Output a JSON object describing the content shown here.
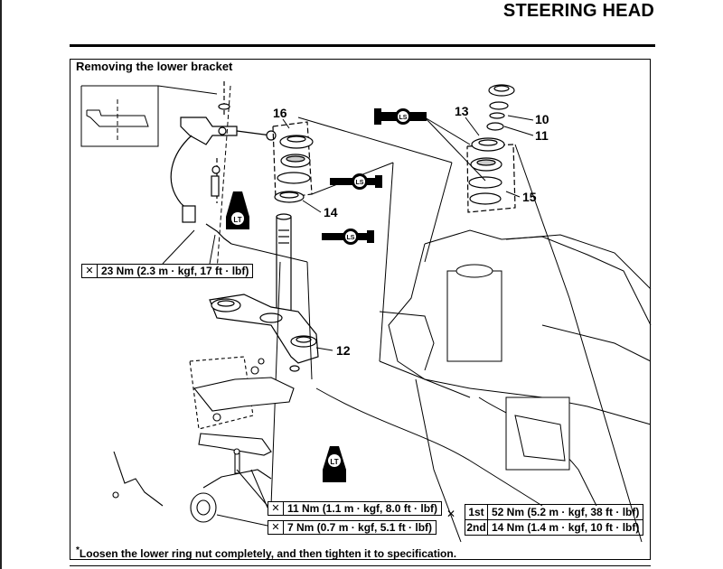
{
  "header": {
    "title": "STEERING HEAD"
  },
  "figure": {
    "caption": "Removing the lower bracket",
    "callouts": {
      "c16": "16",
      "c14": "14",
      "c13": "13",
      "c10": "10",
      "c11": "11",
      "c15": "15",
      "c12": "12"
    },
    "lubricant_ls": "LS",
    "locking_lt": "LT"
  },
  "torques": {
    "t23": "23 Nm (2.3 m · kgf, 17 ft · lbf)",
    "t11": "11 Nm (1.1 m · kgf, 8.0 ft · lbf)",
    "t7": "7 Nm (0.7 m · kgf, 5.1 ft · lbf)"
  },
  "sequence": {
    "rows": [
      {
        "step": "1st",
        "value": "52 Nm (5.2 m · kgf, 38 ft · lbf)"
      },
      {
        "step": "2nd",
        "value": "14 Nm (1.4 m · kgf, 10 ft · lbf)"
      }
    ]
  },
  "footnote": "Loosen the lower ring nut completely, and then tighten it to specification.",
  "footnote_mark": "*"
}
